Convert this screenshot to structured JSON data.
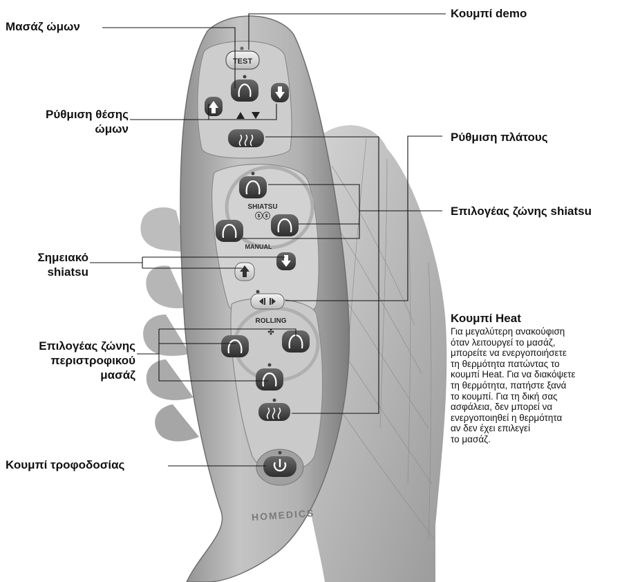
{
  "labels": {
    "shoulder_massage": "Μασάζ ώμων",
    "demo_button": "Κουμπί demo",
    "shoulder_position_line1": "Ρύθμιση θέσης",
    "shoulder_position_line2": "ώμων",
    "width_adjust": "Ρύθμιση πλάτους",
    "shiatsu_zone_selector": "Επιλογέας ζώνης shiatsu",
    "spot_shiatsu_line1": "Σημειακό",
    "spot_shiatsu_line2": "shiatsu",
    "rolling_zone_line1": "Επιλογέας ζώνης",
    "rolling_zone_line2": "περιστροφικού",
    "rolling_zone_line3": "μασάζ",
    "power_button": "Κουμπί τροφοδοσίας",
    "heat_button": "Κουμπί Heat"
  },
  "heat_description": [
    "Για μεγαλύτερη ανακούφιση",
    "όταν λειτουργεί το μασάζ,",
    "μπορείτε να ενεργοποιήσετε",
    "τη θερμότητα πατώντας το",
    "κουμπί Heat. Για να διακόψετε",
    "τη θερμότητα, πατήστε ξανά",
    "το κουμπί. Για τη δική σας",
    "ασφάλεια, δεν μπορεί να",
    "ενεργοποιηθεί η θερμότητα",
    "αν δεν έχει επιλεγεί",
    "το μασάζ."
  ],
  "remote": {
    "test": "TEST",
    "shiatsu": "SHIATSU",
    "manual": "MANUAL",
    "rolling": "ROLLING",
    "brand": "HOMEDICS"
  },
  "colors": {
    "body": "#b3b3b3",
    "panel": "#cfcfcf",
    "button": "#4a4a4a",
    "hand": "#c2c2c2",
    "line": "#111111"
  },
  "icons": [
    "shoulder-massage-icon",
    "heat-icon",
    "up-arrow-icon",
    "down-arrow-icon",
    "width-icon",
    "power-icon"
  ]
}
